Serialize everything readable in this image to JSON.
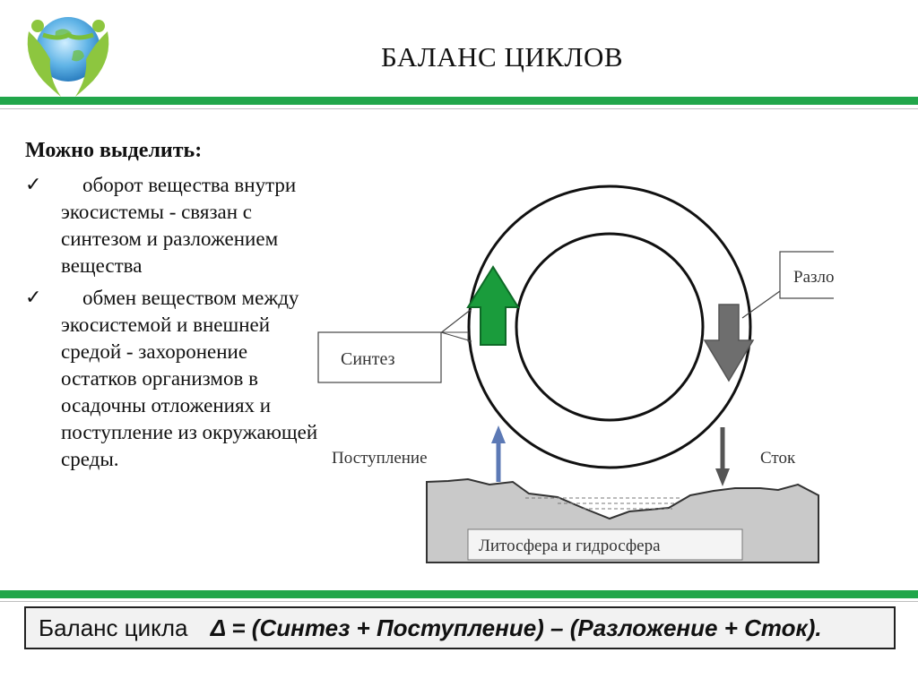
{
  "header": {
    "title": "БАЛАНС ЦИКЛОВ",
    "logo_icon": "eco-globe-people-icon"
  },
  "text": {
    "lead": "Можно выделить:",
    "bullets": [
      "оборот вещества внутри экосистемы - связан с синтезом и разложением вещества",
      "обмен веществом между экосистемой и внешней средой - захоронение остатков организмов в осадочны отложениях и поступление из окружающей среды."
    ],
    "check_glyph": "✓"
  },
  "diagram": {
    "labels": {
      "synthesis": "Синтез",
      "decomposition": "Разложение",
      "inflow": "Поступление",
      "runoff": "Сток",
      "ground": "Литосфера и гидросфера"
    }
  },
  "formula": {
    "label": "Баланс цикла",
    "expression": "Δ = (Синтез + Поступление) – (Разложение + Сток)."
  },
  "colors": {
    "accent_green": "#21a64a",
    "synthesis_arrow": "#1a9c3c",
    "decomposition_arrow": "#6e6e6e",
    "inflow_arrow": "#5c79b5",
    "ground_fill": "#c9c9c9"
  }
}
